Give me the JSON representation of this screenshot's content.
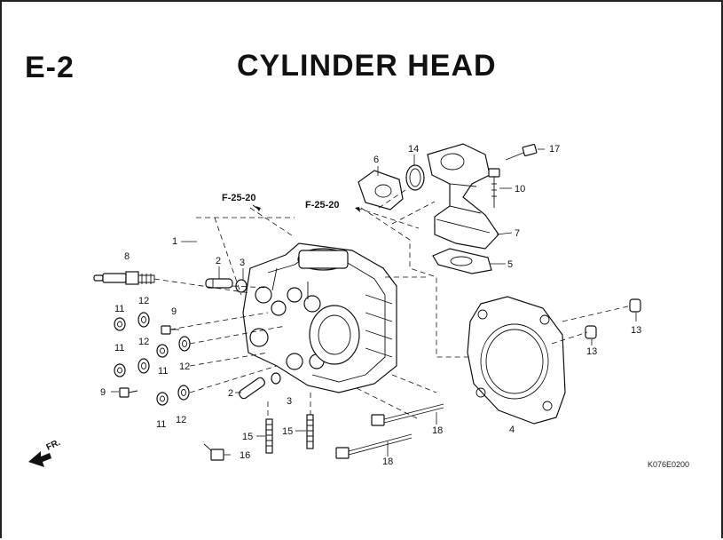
{
  "header": {
    "section": "E-2",
    "title": "CYLINDER HEAD"
  },
  "references": [
    "F-25-20",
    "F-25-20"
  ],
  "callouts": [
    "1",
    "2",
    "2",
    "3",
    "3",
    "4",
    "5",
    "6",
    "7",
    "8",
    "9",
    "9",
    "10",
    "11",
    "11",
    "11",
    "11",
    "12",
    "12",
    "12",
    "12",
    "13",
    "13",
    "14",
    "15",
    "15",
    "16",
    "17",
    "18",
    "18"
  ],
  "footer": {
    "diagram_code": "K076E0200",
    "direction_label": "FR."
  }
}
